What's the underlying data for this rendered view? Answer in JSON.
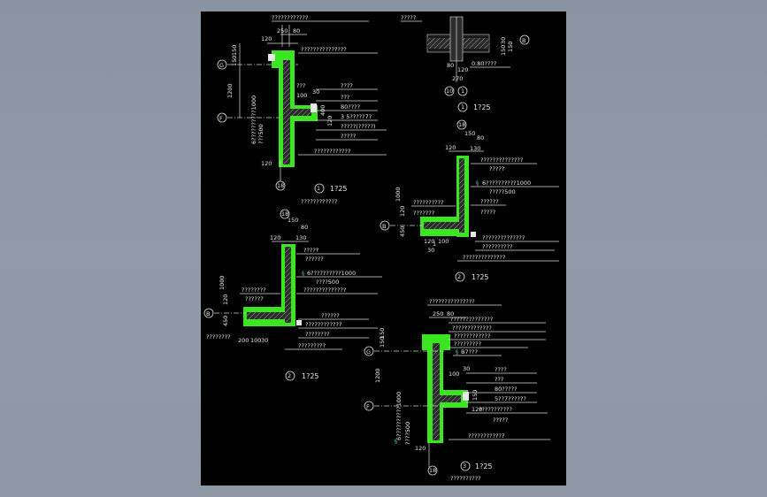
{
  "colors": {
    "background": "#8e97a4",
    "sheet": "#000000",
    "wall": "#39e61f",
    "line": "#dcdcdc",
    "accent": "#3fd2e6"
  },
  "details": [
    {
      "number": "1",
      "scale": "1?25",
      "caption": "????????????",
      "top_dims": [
        "120",
        "250",
        "80"
      ],
      "top_note": "????????????",
      "axis_top": "G",
      "axis_bottom": "F",
      "grid": "18",
      "left_dims": [
        "150",
        "150",
        "1200",
        "6??????????1000",
        "???500"
      ],
      "right_dims": [
        "100",
        "30",
        "400",
        "120"
      ],
      "bottom_dim": "120",
      "notes": [
        "???????????????",
        "????",
        "???",
        "80????",
        "3  5?????7?",
        "?????(?????)",
        "?????",
        "????????????"
      ],
      "note_top": "???"
    },
    {
      "number": "1",
      "scale": "1?25",
      "header": "?????",
      "dims": [
        "30",
        "150",
        "150",
        "80",
        "120",
        "270"
      ],
      "note_right": "0.80????",
      "axis": "B",
      "bottom_labels": [
        "10",
        "1"
      ]
    },
    {
      "number": "2",
      "scale": "1?25",
      "caption": "????????????",
      "top_dims": [
        "120",
        "150",
        "80",
        "130"
      ],
      "grid": "18",
      "axis": "B",
      "left_dims": [
        "1000",
        "120",
        "450"
      ],
      "bottom_dims": [
        "120",
        "1",
        "100",
        "30"
      ],
      "notes": [
        "??????????",
        "???????",
        "6??????????1000",
        "?????500",
        "??????????????",
        "?????",
        "??????",
        "?????",
        "??????????????",
        "??????????",
        "??????????????"
      ]
    },
    {
      "number": "2",
      "scale": "1?25",
      "top_dims": [
        "120",
        "150",
        "80",
        "130"
      ],
      "grid": "18",
      "axis": "B",
      "left_dims": [
        "1000",
        "120",
        "450"
      ],
      "bottom_dims": [
        "200",
        "100",
        "30"
      ],
      "notes": [
        "????????",
        "??????",
        "6??????????1000",
        "????500",
        "??????????????",
        "?????",
        "??????",
        "??????",
        "????????????",
        "????????",
        "????????",
        "?????????"
      ]
    },
    {
      "number": "3",
      "scale": "1?25",
      "caption": "??????????",
      "top_dims": [
        "250",
        "80"
      ],
      "top_note": "???????????????",
      "grid": "18",
      "axis_top": "G",
      "axis_bottom": "F",
      "left_dims": [
        "150",
        "150",
        "1200",
        "6??????????1000",
        "????500"
      ],
      "right_dims": [
        "100",
        "30",
        "150",
        "120"
      ],
      "bottom_dim": "120",
      "notes": [
        "??????????????",
        "?????????????",
        "????????????",
        "?????????",
        "B7???",
        "????",
        "???",
        "80?????",
        "5??7??????",
        "???????????",
        "?????",
        "????????????"
      ]
    }
  ]
}
